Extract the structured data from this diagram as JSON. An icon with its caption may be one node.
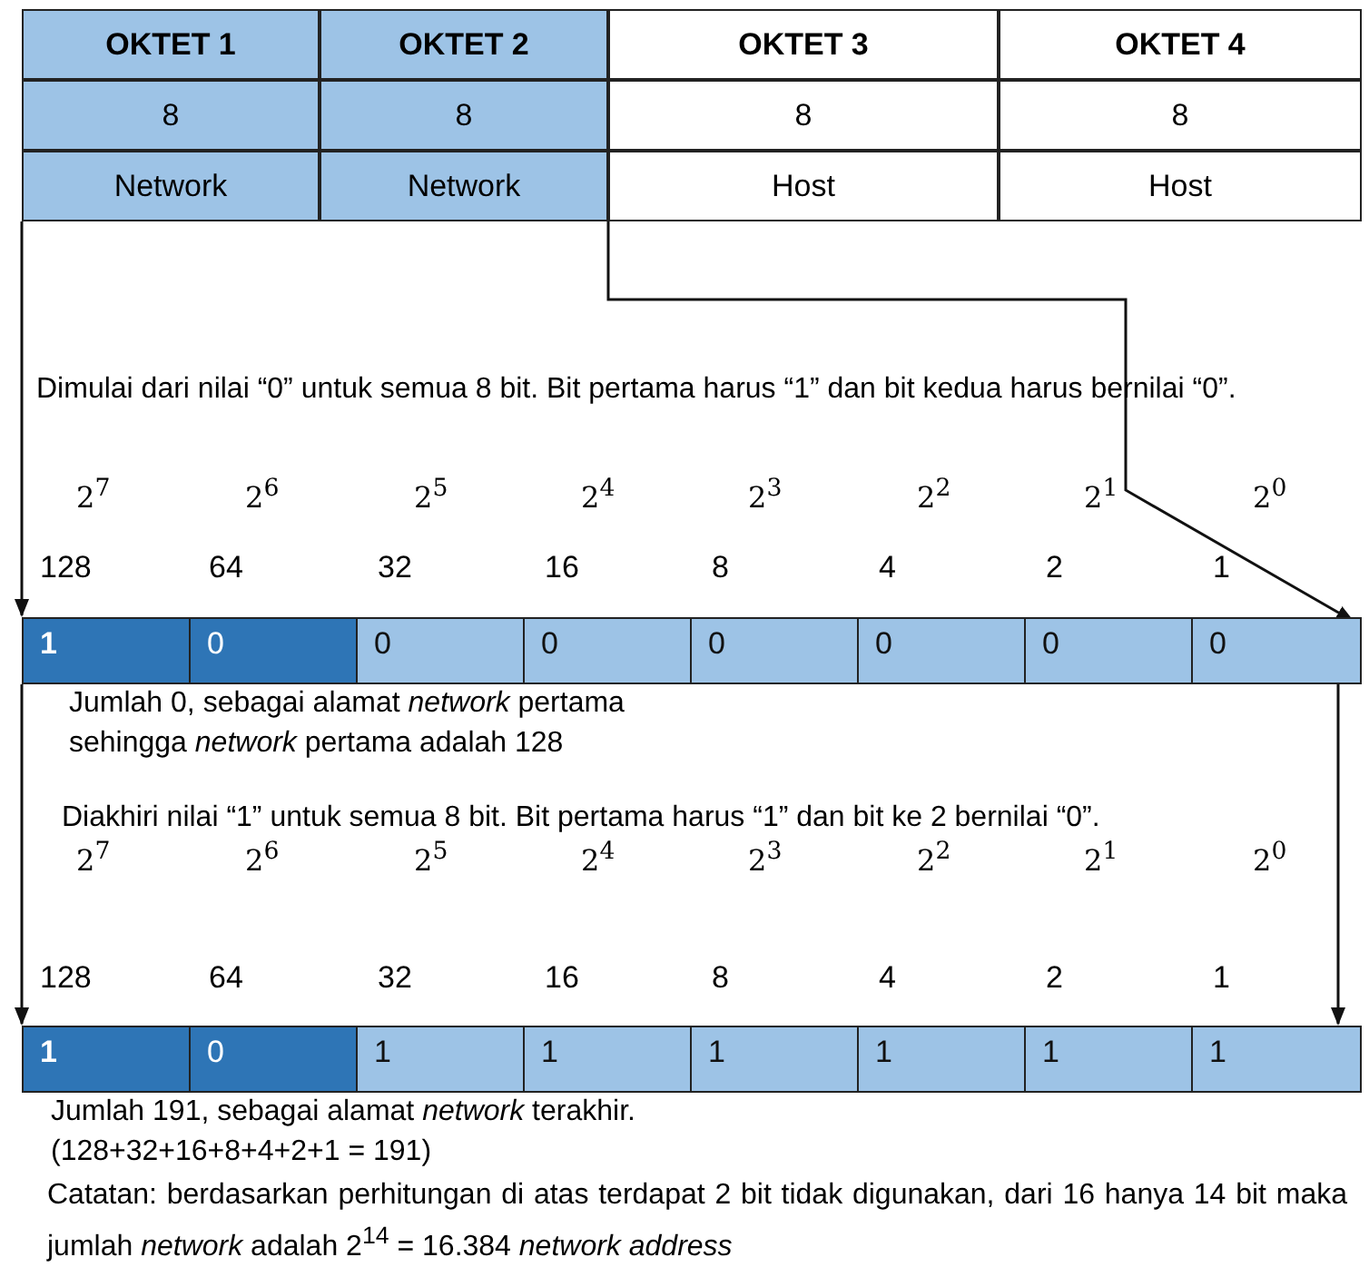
{
  "diagram": {
    "nodes": [
      {
        "text": [
          "OKTET 1",
          "8",
          "Network"
        ]
      },
      {
        "text": [
          "OKTET 2",
          "8",
          "Network"
        ]
      },
      {
        "text": [
          "OKTET 3",
          "8",
          "Host"
        ]
      },
      {
        "text": [
          "OKTET 4",
          "8",
          "Host"
        ]
      },
      {
        "text": [
          "1",
          "0",
          "0",
          "0",
          "0",
          "0",
          "0",
          "0"
        ]
      },
      {
        "text": [
          "1",
          "0",
          "1",
          "1",
          "1",
          "1",
          "1",
          "1"
        ]
      }
    ],
    "edges": [
      {
        "from": 0,
        "to": 4,
        "arrow": "to"
      },
      {
        "from": 1,
        "to": 4,
        "arrow": "to"
      },
      {
        "from": 4,
        "to": 5,
        "arrow": "to"
      },
      {
        "from": 4,
        "to": 5,
        "arrow": "to"
      }
    ],
    "labels": [
      "Dimulai dari nilai “0” untuk semua 8 bit. Bit pertama harus “1” dan bit kedua harus bernilai “0”.",
      "2$^{7}$",
      "2$^{6}$",
      "2$^{5}$",
      "2$^{4}$",
      "2$^{3}$",
      "2$^{2}$",
      "2$^{1}$",
      "2$^{0}$",
      "128",
      "64",
      "32",
      "16",
      "8",
      "4",
      "2",
      "1",
      "Jumlah 0, sebagai alamat *network* pertama sehingga *network* pertama adalah 128",
      "Diakhiri nilai “1” untuk semua 8 bit. Bit pertama harus “1” dan bit ke 2 bernilai “0”.",
      "2$^{7}$",
      "2$^{6}$",
      "2$^{5}$",
      "2$^{4}$",
      "2$^{3}$",
      "2$^{2}$",
      "2$^{1}$",
      "2$^{0}$",
      "128",
      "64",
      "32",
      "16",
      "8",
      "4",
      "2",
      "1",
      "Jumlah 191,  sebagai alamat *network* terakhir.",
      "(128+32+16+8+4+2+1 = 191)",
      "Catatan: berdasarkan perhitungan di atas terdapat 2 bit tidak digunakan, dari 16 hanya 14 bit maka jumlah *network* adalah 2$^{14}$  = 16.384 *network address*"
    ]
  }
}
